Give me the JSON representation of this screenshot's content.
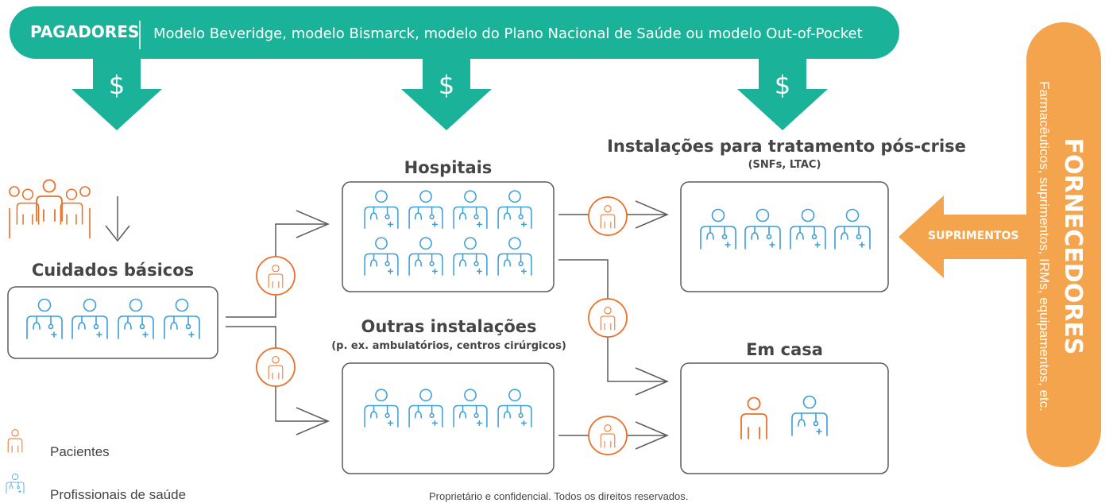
{
  "colors": {
    "teal": "#1ab39a",
    "orange": "#f5a44e",
    "patient": "#e8702a",
    "professional": "#3a9ed8",
    "box_border": "#5b5b5b",
    "text": "#454545"
  },
  "payers": {
    "label": "PAGADORES",
    "description": "Modelo Beveridge, modelo Bismarck, modelo do Plano Nacional de Saúde ou modelo Out-of-Pocket",
    "arrow_symbol": "$"
  },
  "boxes": {
    "primary_care": {
      "title": "Cuidados básicos"
    },
    "hospitals": {
      "title": "Hospitais"
    },
    "other_facilities": {
      "title": "Outras instalações",
      "subtitle": "(p. ex. ambulatórios, centros cirúrgicos)"
    },
    "post_acute": {
      "title": "Instalações para tratamento pós-crise",
      "subtitle": "(SNFs, LTAC)"
    },
    "home": {
      "title": "Em casa"
    }
  },
  "suppliers": {
    "title": "FORNECEDORES",
    "description": "Farmacêuticos, suprimentos, IRMs, equipamentos, etc.",
    "arrow_label": "SUPRIMENTOS"
  },
  "legend": {
    "patients": "Pacientes",
    "professionals": "Profissionais de saúde"
  },
  "footer": "Proprietário e confidencial. Todos os direitos reservados."
}
